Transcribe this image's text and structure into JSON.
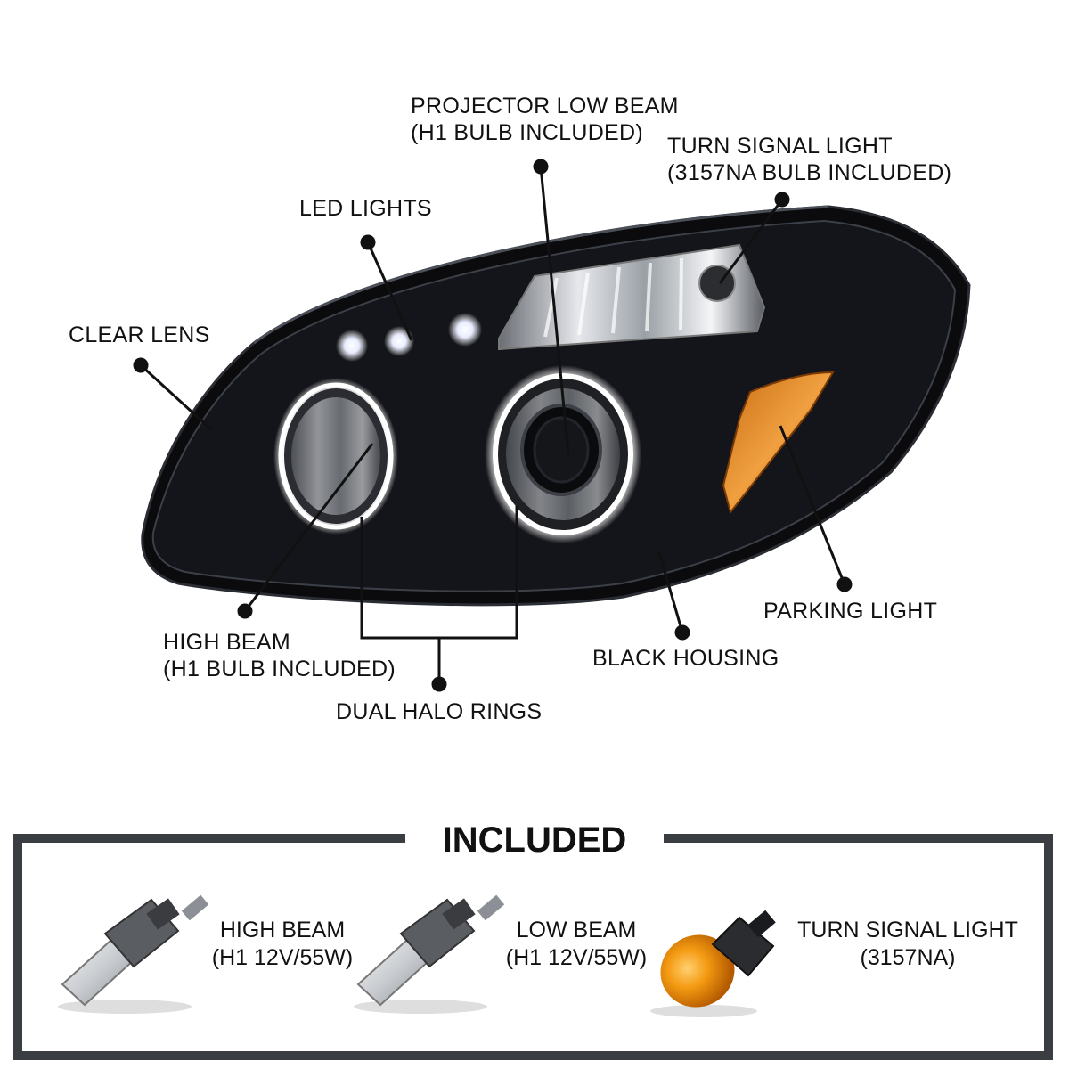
{
  "callouts": {
    "projector_low_beam": [
      "PROJECTOR LOW BEAM",
      "(H1 BULB INCLUDED)"
    ],
    "turn_signal": [
      "TURN SIGNAL LIGHT",
      "(3157NA BULB INCLUDED)"
    ],
    "led_lights": "LED LIGHTS",
    "clear_lens": "CLEAR LENS",
    "high_beam": [
      "HIGH BEAM",
      "(H1 BULB INCLUDED)"
    ],
    "dual_halo_rings": "DUAL HALO RINGS",
    "black_housing": "BLACK HOUSING",
    "parking_light": "PARKING LIGHT"
  },
  "included": {
    "title": "INCLUDED",
    "items": [
      {
        "name": "HIGH BEAM",
        "spec": "(H1 12V/55W)",
        "icon": "h1-bulb-icon"
      },
      {
        "name": "LOW BEAM",
        "spec": "(H1 12V/55W)",
        "icon": "h1-bulb-icon"
      },
      {
        "name": "TURN SIGNAL LIGHT",
        "spec": "(3157NA)",
        "icon": "amber-3157-bulb-icon"
      }
    ]
  },
  "colors": {
    "housing": "#0b0b0e",
    "halo": "#ffffff",
    "amber": "#e08a1e",
    "frame": "#3a3d42"
  }
}
